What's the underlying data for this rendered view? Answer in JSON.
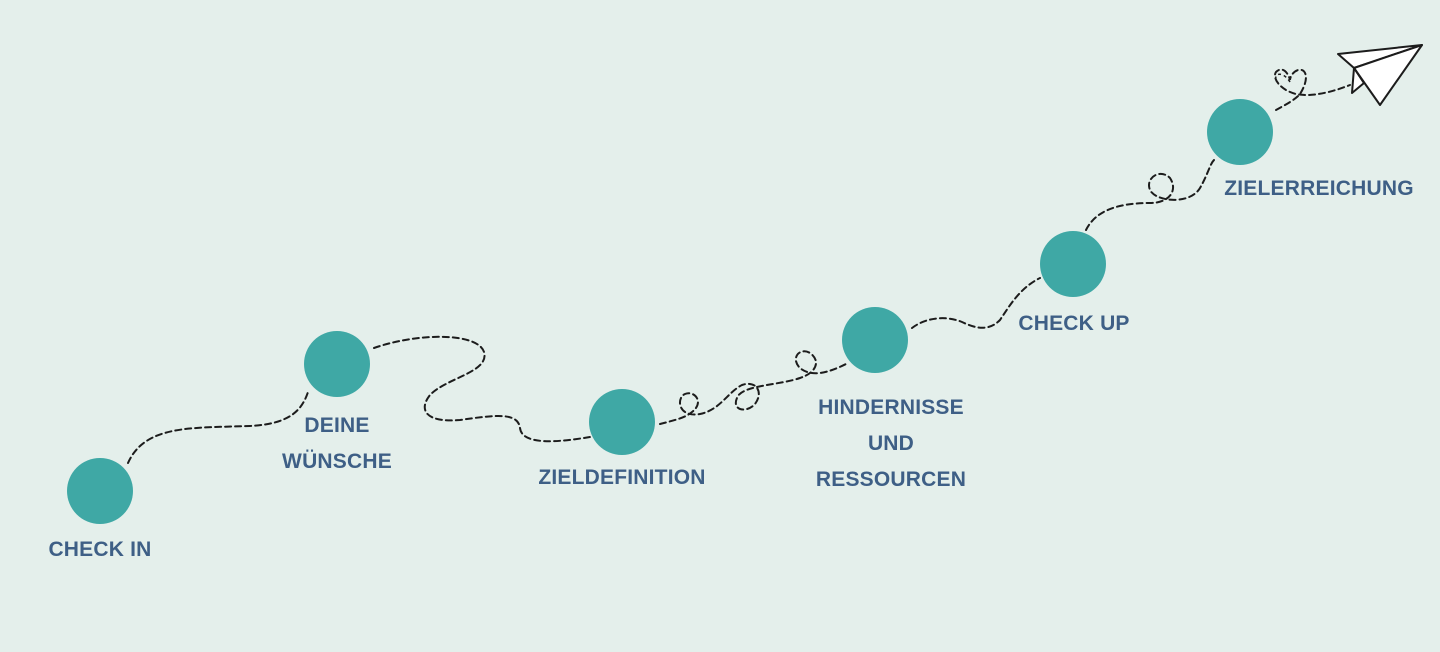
{
  "colors": {
    "background": "#e4efeb",
    "node": "#3fa8a5",
    "label": "#3e5f86",
    "path": "#1c1c1c"
  },
  "steps": [
    {
      "id": "check-in",
      "lines": [
        "CHECK IN"
      ]
    },
    {
      "id": "deine-wuensche",
      "lines": [
        "DEINE",
        "WÜNSCHE"
      ]
    },
    {
      "id": "zieldefinition",
      "lines": [
        "ZIELDEFINITION"
      ]
    },
    {
      "id": "hindernisse",
      "lines": [
        "HINDERNISSE",
        "UND",
        "RESSOURCEN"
      ]
    },
    {
      "id": "check-up",
      "lines": [
        "CHECK UP"
      ]
    },
    {
      "id": "zielerreichung",
      "lines": [
        "ZIELERREICHUNG"
      ]
    }
  ],
  "decorations": {
    "end_icon": "paper-plane-icon",
    "loop_icon": "heart-icon"
  }
}
